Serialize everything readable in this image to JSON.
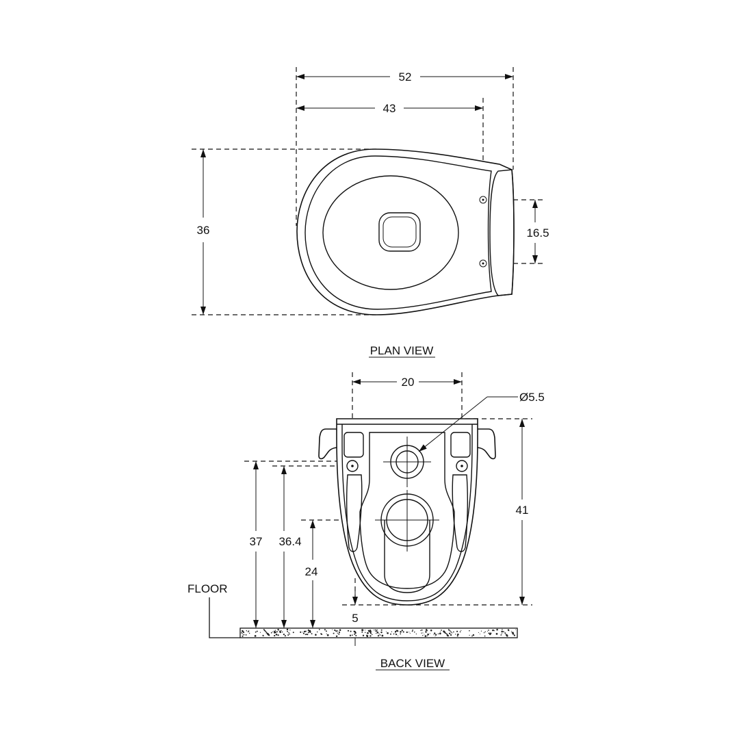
{
  "plan_view": {
    "title": "PLAN VIEW",
    "dim_overall_length": "52",
    "dim_body_length": "43",
    "dim_width": "36",
    "dim_fixing_spacing": "16.5"
  },
  "back_view": {
    "title": "BACK VIEW",
    "dim_fixing_centres": "20",
    "dim_inlet_diameter": "Ø5.5",
    "dim_total_height": "41",
    "dim_fixing_height": "37",
    "dim_inlet_height": "36.4",
    "dim_outlet_height": "24",
    "dim_floor_gap": "5",
    "floor_label": "FLOOR"
  }
}
